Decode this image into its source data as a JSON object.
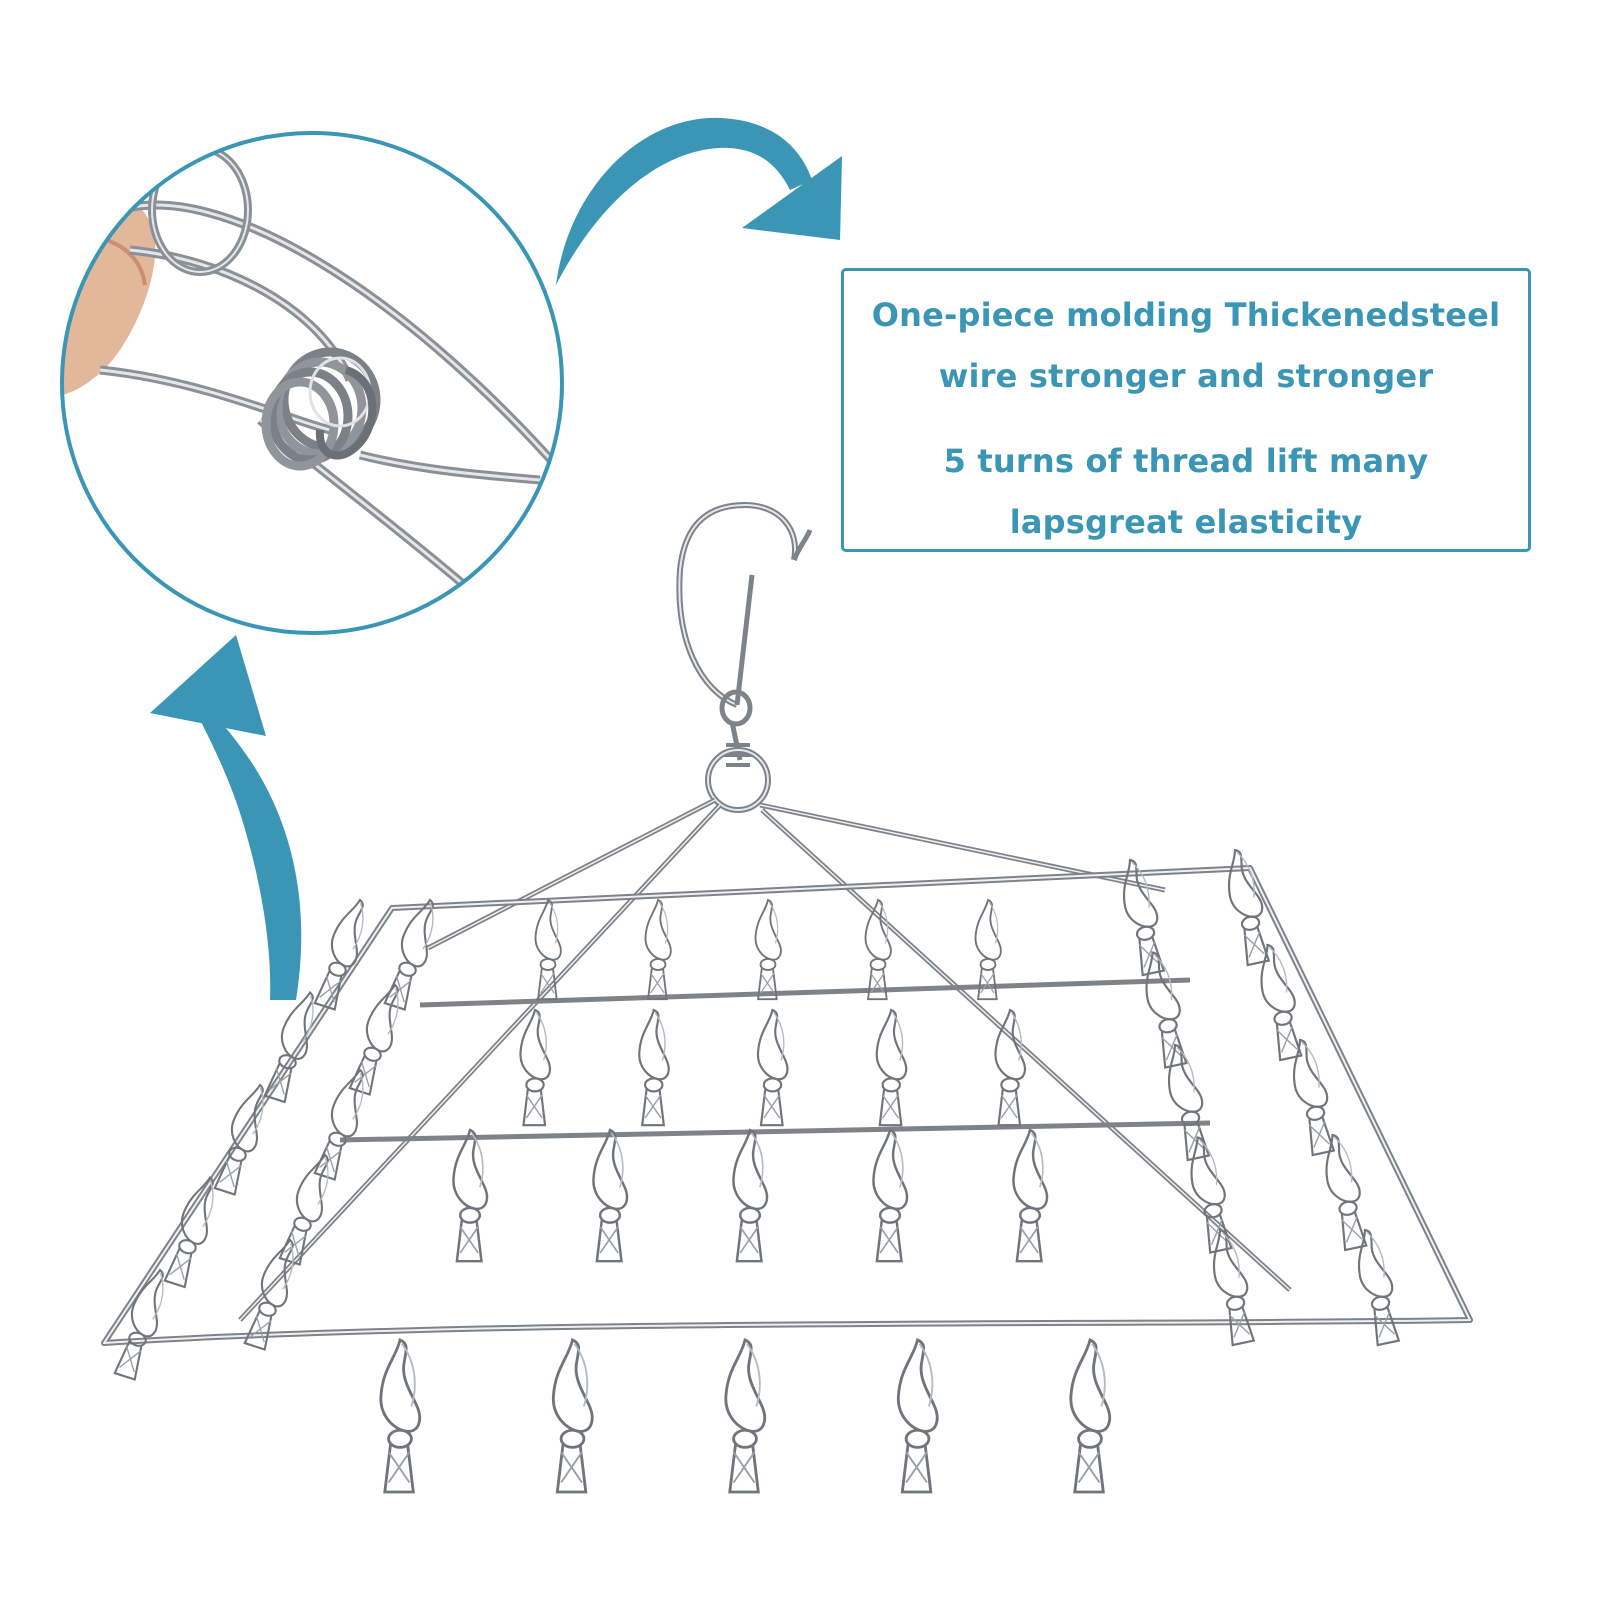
{
  "callout": {
    "line1": "One-piece molding Thickenedsteel",
    "line2": "wire stronger and stronger",
    "line3": "5 turns of thread lift many",
    "line4": "lapsgreat elasticity"
  },
  "colors": {
    "accent": "#3a96b4",
    "steel_dark": "#6f757b",
    "steel_light": "#c9ced3",
    "background": "#ffffff"
  },
  "hanger": {
    "rows": [
      {
        "clips": 5
      },
      {
        "clips": 5
      },
      {
        "clips": 5
      },
      {
        "clips": 5
      }
    ],
    "side_columns_per_side": 2,
    "side_clips_per_column": 5
  }
}
